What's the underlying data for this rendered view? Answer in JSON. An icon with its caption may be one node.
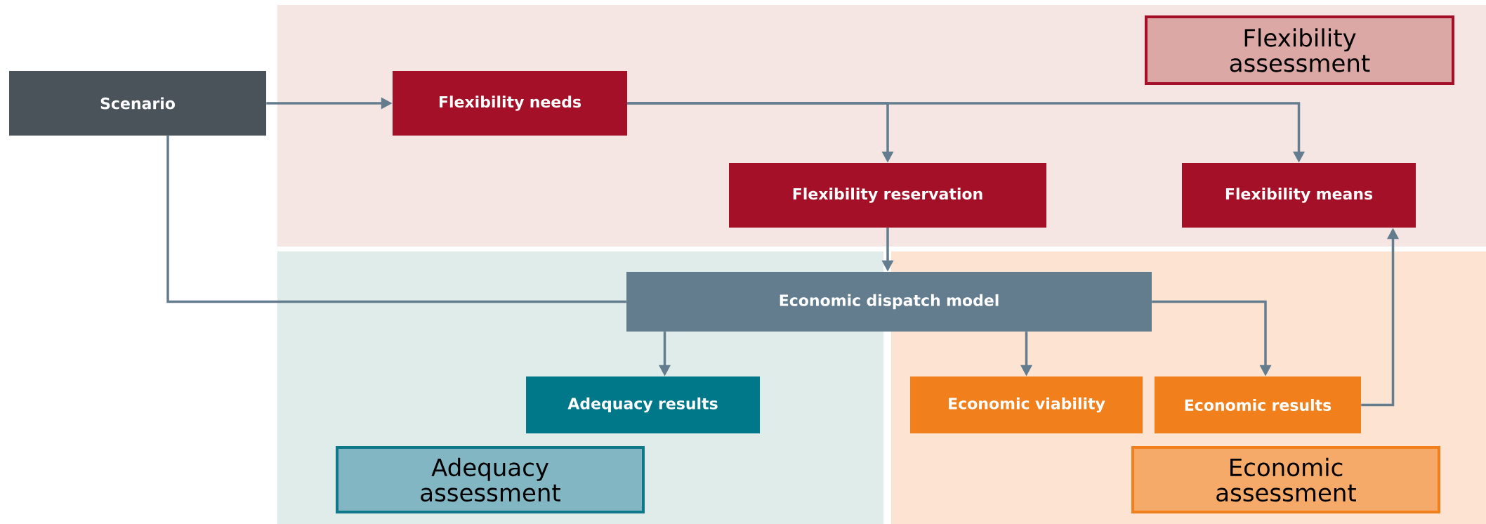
{
  "diagram": {
    "nodes": [
      {
        "text": [
          "Scenario"
        ]
      },
      {
        "text": [
          "Flexibility needs"
        ]
      },
      {
        "text": [
          "Flexibility assessment"
        ]
      },
      {
        "text": [
          "Flexibility reservation"
        ]
      },
      {
        "text": [
          "Flexibility means"
        ]
      },
      {
        "text": [
          "Economic dispatch model"
        ]
      },
      {
        "text": [
          "Adequacy results"
        ]
      },
      {
        "text": [
          "Economic viability"
        ]
      },
      {
        "text": [
          "Economic results"
        ]
      },
      {
        "text": [
          "Adequacy assessment"
        ]
      },
      {
        "text": [
          "Economic assessment"
        ]
      }
    ],
    "edges": [
      {
        "from": 0,
        "to": 1,
        "arrow": "to"
      },
      {
        "from": 1,
        "to": 3,
        "arrow": "to"
      },
      {
        "from": 1,
        "to": 4,
        "arrow": "to"
      },
      {
        "from": 0,
        "to": 5,
        "arrow": "none"
      },
      {
        "from": 3,
        "to": 5,
        "arrow": "to"
      },
      {
        "from": 5,
        "to": 6,
        "arrow": "to"
      },
      {
        "from": 5,
        "to": 7,
        "arrow": "to"
      },
      {
        "from": 5,
        "to": 8,
        "arrow": "to"
      },
      {
        "from": 8,
        "to": 4,
        "arrow": "to"
      }
    ]
  }
}
